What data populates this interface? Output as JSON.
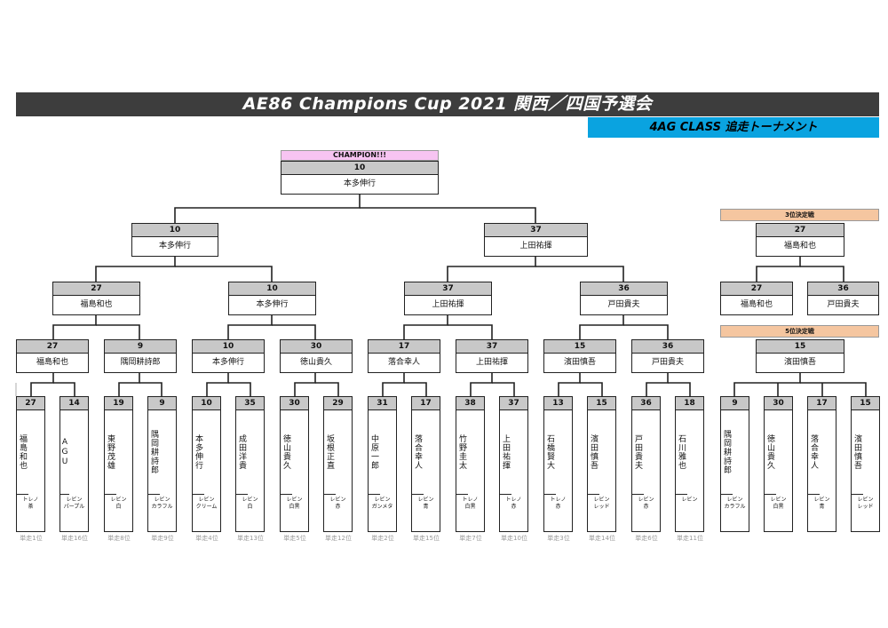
{
  "title": "AE86 Champions Cup 2021  関西／四国予選会",
  "class_label": "4AG CLASS  追走トーナメント",
  "champion": {
    "label": "CHAMPION!!!",
    "num": "10",
    "name": "本多伸行"
  },
  "final": [
    {
      "num": "10",
      "name": "本多伸行"
    },
    {
      "num": "37",
      "name": "上田祐揮"
    }
  ],
  "semifinal": [
    {
      "num": "27",
      "name": "福島和也"
    },
    {
      "num": "10",
      "name": "本多伸行"
    },
    {
      "num": "37",
      "name": "上田祐揮"
    },
    {
      "num": "36",
      "name": "戸田貴夫"
    }
  ],
  "quarterfinal": [
    {
      "num": "27",
      "name": "福島和也"
    },
    {
      "num": "9",
      "name": "隅岡耕詩郎"
    },
    {
      "num": "10",
      "name": "本多伸行"
    },
    {
      "num": "30",
      "name": "徳山貴久"
    },
    {
      "num": "17",
      "name": "落合幸人"
    },
    {
      "num": "37",
      "name": "上田祐揮"
    },
    {
      "num": "15",
      "name": "濱田慎吾"
    },
    {
      "num": "36",
      "name": "戸田貴夫"
    }
  ],
  "entries": [
    {
      "num": "27",
      "name": "福島和也",
      "car": "トレノ\n茶",
      "seed": "単走1位"
    },
    {
      "num": "14",
      "name": "AGU",
      "car": "レビン\nパープル",
      "seed": "単走16位"
    },
    {
      "num": "19",
      "name": "東野茂雄",
      "car": "レビン\n白",
      "seed": "単走8位"
    },
    {
      "num": "9",
      "name": "隅岡耕詩郎",
      "car": "レビン\nカラフル",
      "seed": "単走9位"
    },
    {
      "num": "10",
      "name": "本多伸行",
      "car": "レビン\nクリーム",
      "seed": "単走4位"
    },
    {
      "num": "35",
      "name": "成田洋貴",
      "car": "レビン\n白",
      "seed": "単走13位"
    },
    {
      "num": "30",
      "name": "徳山貴久",
      "car": "レビン\n白黒",
      "seed": "単走5位"
    },
    {
      "num": "29",
      "name": "坂根正直",
      "car": "レビン\n赤",
      "seed": "単走12位"
    },
    {
      "num": "31",
      "name": "中原一郎",
      "car": "レビン\nガンメタ",
      "seed": "単走2位"
    },
    {
      "num": "17",
      "name": "落合幸人",
      "car": "レビン\n青",
      "seed": "単走15位"
    },
    {
      "num": "38",
      "name": "竹野圭太",
      "car": "トレノ\n白黒",
      "seed": "単走7位"
    },
    {
      "num": "37",
      "name": "上田祐揮",
      "car": "トレノ\n赤",
      "seed": "単走10位"
    },
    {
      "num": "13",
      "name": "石橋賢大",
      "car": "トレノ\n赤",
      "seed": "単走3位"
    },
    {
      "num": "15",
      "name": "濱田慎吾",
      "car": "レビン\nレッド",
      "seed": "単走14位"
    },
    {
      "num": "36",
      "name": "戸田貴夫",
      "car": "レビン\n赤",
      "seed": "単走6位"
    },
    {
      "num": "18",
      "name": "石川雅也",
      "car": "レビン",
      "seed": "単走11位"
    }
  ],
  "third_place": {
    "label": "3位決定戦",
    "winner": {
      "num": "27",
      "name": "福島和也"
    },
    "players": [
      {
        "num": "27",
        "name": "福島和也"
      },
      {
        "num": "36",
        "name": "戸田貴夫"
      }
    ]
  },
  "fifth_place": {
    "label": "5位決定戦",
    "winner": {
      "num": "15",
      "name": "濱田慎吾"
    },
    "entries": [
      {
        "num": "9",
        "name": "隅岡耕詩郎",
        "car": "レビン\nカラフル"
      },
      {
        "num": "30",
        "name": "徳山貴久",
        "car": "レビン\n白黒"
      },
      {
        "num": "17",
        "name": "落合幸人",
        "car": "レビン\n青"
      },
      {
        "num": "15",
        "name": "濱田慎吾",
        "car": "レビン\nレッド"
      }
    ]
  },
  "colors": {
    "title_bg": "#3d3d3d",
    "class_bg": "#0aa3e0",
    "champion_bg": "#f7c4f2",
    "placement_bg": "#f5c6a0",
    "num_bg": "#c8c8c8"
  }
}
